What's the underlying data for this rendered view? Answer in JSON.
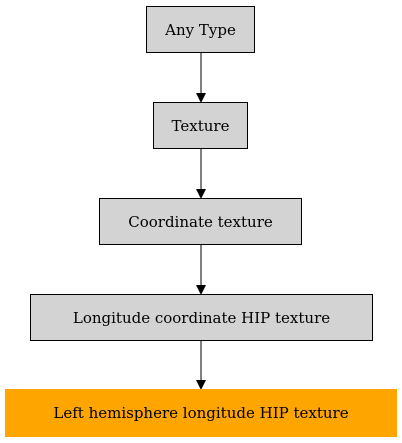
{
  "diagram": {
    "nodes": [
      {
        "id": "any-type",
        "label": "Any Type",
        "fill": "#d3d3d3",
        "highlight": false
      },
      {
        "id": "texture",
        "label": "Texture",
        "fill": "#d3d3d3",
        "highlight": false
      },
      {
        "id": "coordinate-texture",
        "label": "Coordinate texture",
        "fill": "#d3d3d3",
        "highlight": false
      },
      {
        "id": "longitude-coordinate-hip-texture",
        "label": "Longitude coordinate HIP texture",
        "fill": "#d3d3d3",
        "highlight": false
      },
      {
        "id": "left-hemisphere-longitude-hip-texture",
        "label": "Left hemisphere longitude HIP texture",
        "fill": "#ffa500",
        "highlight": true
      }
    ],
    "edges": [
      {
        "from": "any-type",
        "to": "texture"
      },
      {
        "from": "texture",
        "to": "coordinate-texture"
      },
      {
        "from": "coordinate-texture",
        "to": "longitude-coordinate-hip-texture"
      },
      {
        "from": "longitude-coordinate-hip-texture",
        "to": "left-hemisphere-longitude-hip-texture"
      }
    ]
  }
}
